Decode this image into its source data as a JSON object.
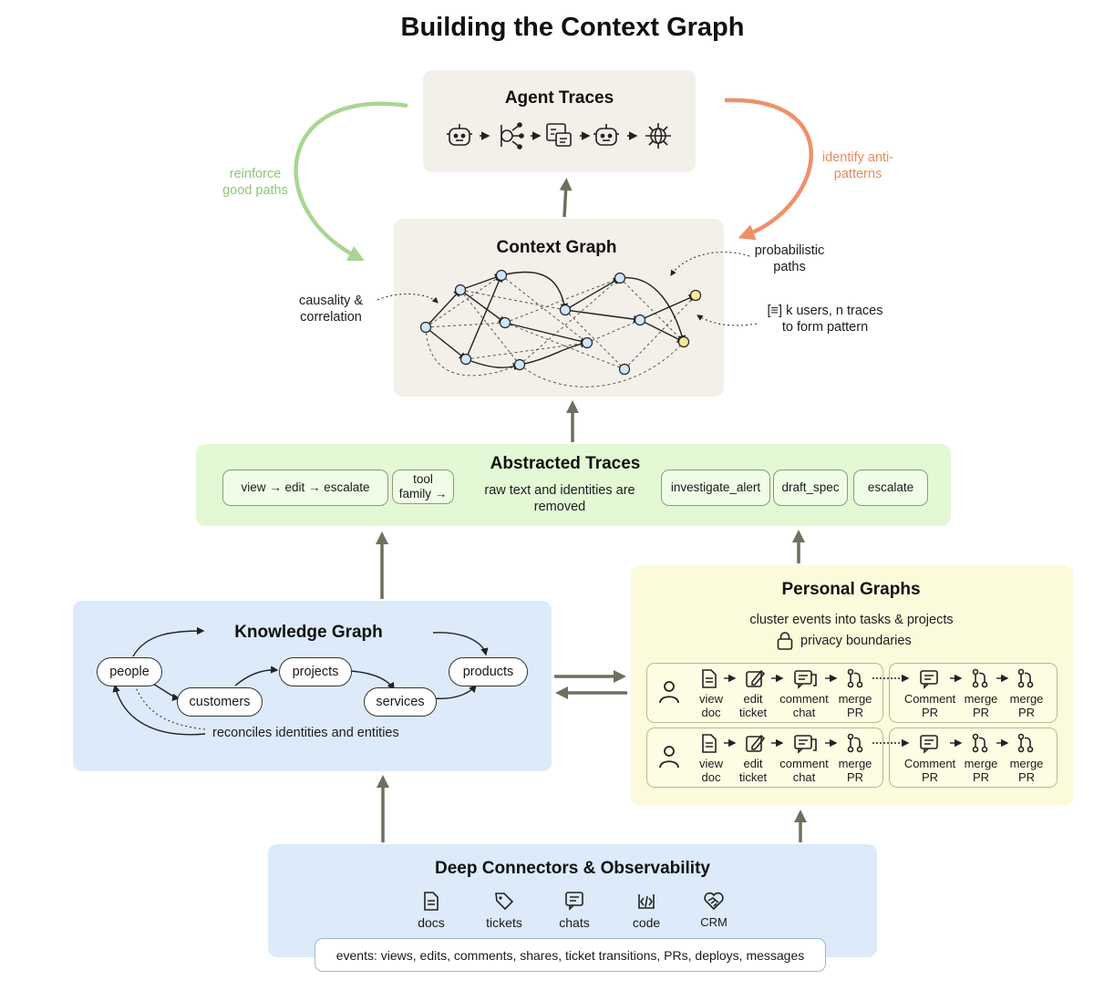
{
  "title": "Building the Context Graph",
  "agent_traces": {
    "title": "Agent Traces",
    "icons": [
      "robot-icon",
      "network-split-icon",
      "chat-code-icon",
      "robot-icon",
      "globe-network-icon"
    ]
  },
  "feedback": {
    "reinforce": "reinforce good paths",
    "identify": "identify anti-patterns"
  },
  "context_graph": {
    "title": "Context Graph",
    "annotations": {
      "causality": "causality & correlation",
      "probabilistic": "probabilistic paths",
      "k_users": "[≡] k users, n traces to form pattern"
    }
  },
  "abstracted_traces": {
    "title": "Abstracted Traces",
    "chain": "view → edit → escalate",
    "tool_family": "tool family →",
    "note": "raw text and identities are removed",
    "tokens": [
      "investigate_alert",
      "draft_spec",
      "escalate"
    ]
  },
  "knowledge_graph": {
    "title": "Knowledge Graph",
    "nodes": [
      "people",
      "customers",
      "projects",
      "services",
      "products"
    ],
    "footnote": "reconciles identities and entities"
  },
  "personal_graphs": {
    "title": "Personal Graphs",
    "subtitle": "cluster events into tasks & projects",
    "privacy": "privacy boundaries",
    "rows": [
      {
        "steps": [
          "view doc",
          "edit ticket",
          "comment chat",
          "merge PR"
        ],
        "steps2": [
          "Comment PR",
          "merge PR",
          "merge PR"
        ]
      },
      {
        "steps": [
          "view doc",
          "edit ticket",
          "comment chat",
          "merge PR"
        ],
        "steps2": [
          "Comment PR",
          "merge PR",
          "merge PR"
        ]
      }
    ]
  },
  "connectors": {
    "title": "Deep Connectors & Observability",
    "sources": [
      "docs",
      "tickets",
      "chats",
      "code",
      "CRM"
    ],
    "events": "events: views, edits, comments, shares, ticket transitions, PRs, deploys, messages"
  },
  "colors": {
    "beige": "#f3f0e9",
    "green_panel": "#e3f9d6",
    "blue_panel": "#dceafa",
    "yellow_panel": "#fbfbdc",
    "green_arrow": "#a9d690",
    "orange_arrow": "#ee916a",
    "up_arrow": "#6f6f5e"
  }
}
